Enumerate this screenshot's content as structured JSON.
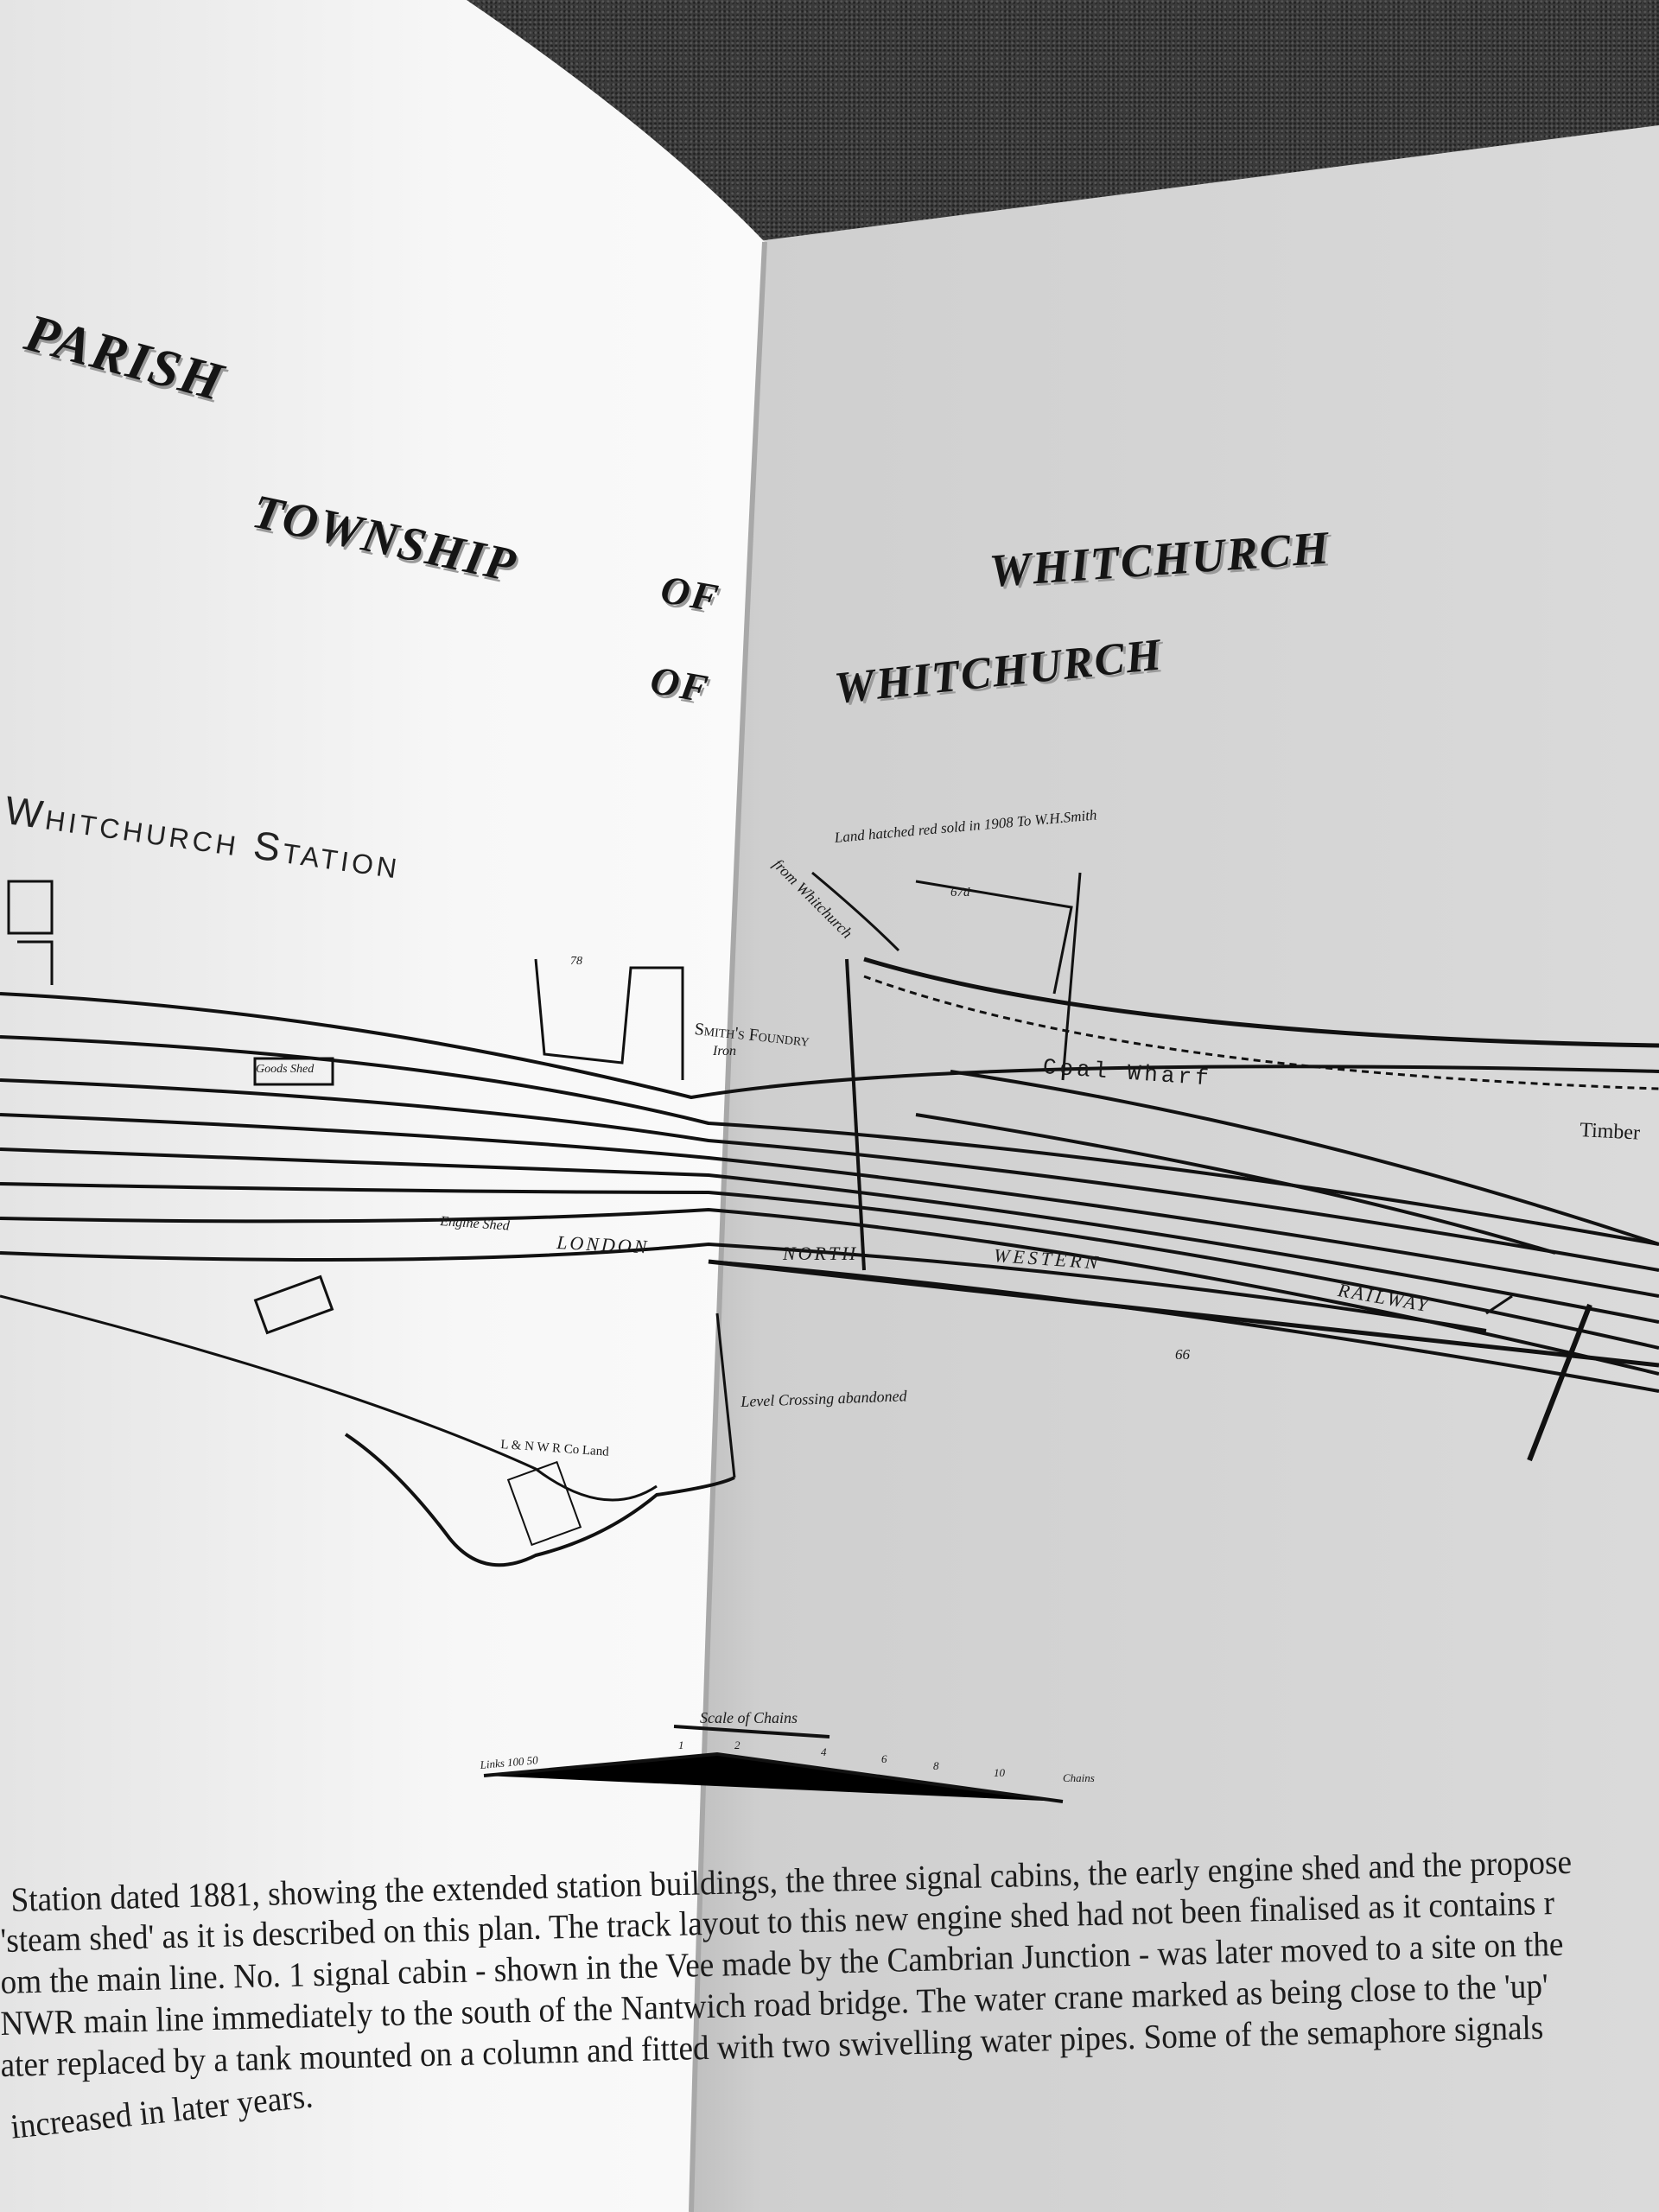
{
  "left_page": {
    "titles": [
      "PARISH",
      "TOWNSHIP",
      "OF",
      "OF"
    ],
    "station_label": "Whitchurch Station"
  },
  "right_page": {
    "titles": [
      "WHITCHURCH",
      "WHITCHURCH"
    ]
  },
  "map": {
    "labels": {
      "land_note": "Land hatched red sold in 1908 To W.H.Smith",
      "from_whitchurch": "from Whitchurch",
      "foundry": "Smith's Foundry",
      "foundry_sub": "Iron",
      "coal_wharf": "Coal Wharf",
      "timber": "Timber",
      "goods_shed": "Goods Shed",
      "engine_shed": "Engine Shed",
      "london": "London",
      "north": "North",
      "western": "Western",
      "railway": "Railway",
      "level_crossing": "Level Crossing abandoned",
      "lnwr_land": "L & N W R Co Land",
      "field_66": "66",
      "field_67": "67d",
      "field_78": "78"
    },
    "scale": {
      "title": "Scale of Chains",
      "left_label": "Links 100 50",
      "ticks": [
        "1",
        "2",
        "4",
        "6",
        "8",
        "10"
      ],
      "unit": "Chains"
    }
  },
  "caption": {
    "lines": [
      "Station dated 1881, showing the extended station buildings, the three signal cabins, the early engine shed and the propose",
      "'steam shed' as it is described on this plan.  The track layout to this new engine shed had not been finalised as it contains r",
      "om the main line.  No. 1 signal cabin - shown in the Vee made by the Cambrian Junction - was later moved to a site on the",
      "NWR main line immediately to the south of the Nantwich road bridge.  The water crane marked as being close to the 'up'",
      "ater replaced by a tank mounted on a column and fitted with two swivelling water pipes.  Some of the semaphore signals",
      "increased in later years."
    ]
  }
}
